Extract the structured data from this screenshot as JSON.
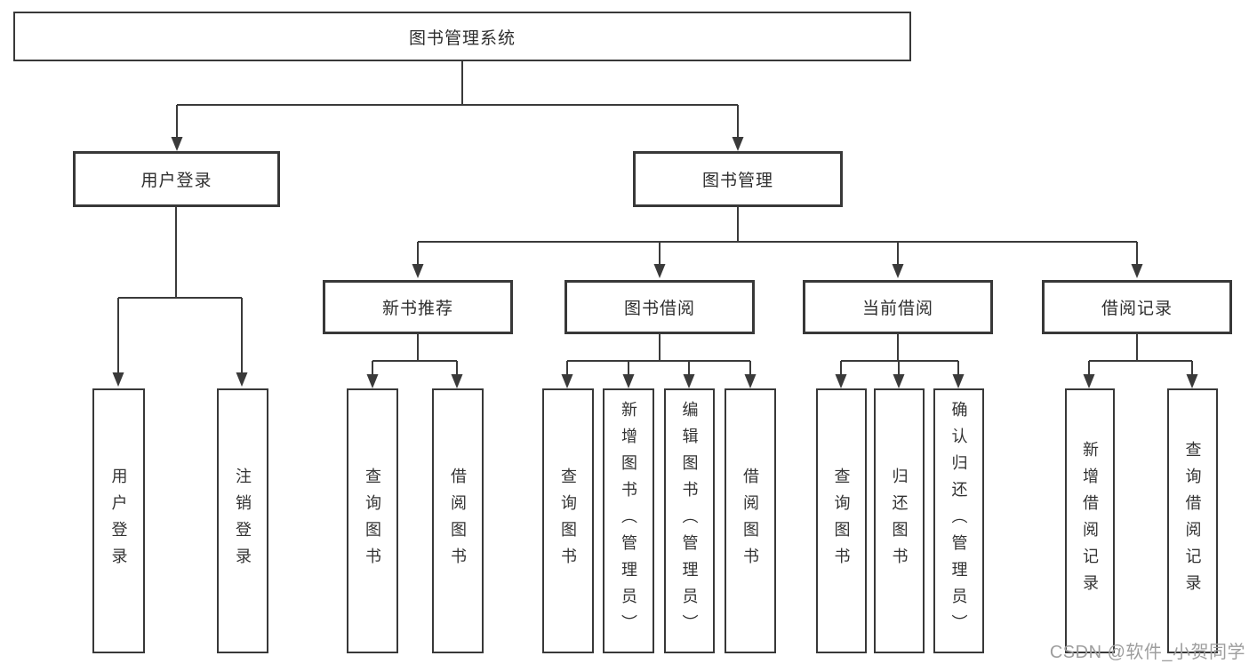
{
  "title": "图书管理系统",
  "level2": [
    {
      "label": "用户登录"
    },
    {
      "label": "图书管理"
    }
  ],
  "level3": [
    {
      "label": "新书推荐"
    },
    {
      "label": "图书借阅"
    },
    {
      "label": "当前借阅"
    },
    {
      "label": "借阅记录"
    }
  ],
  "leaves": [
    {
      "label": "用户登录"
    },
    {
      "label": "注销登录"
    },
    {
      "label": "查询图书"
    },
    {
      "label": "借阅图书"
    },
    {
      "label": "查询图书"
    },
    {
      "label": "新增图书（管理员）"
    },
    {
      "label": "编辑图书（管理员）"
    },
    {
      "label": "借阅图书"
    },
    {
      "label": "查询图书"
    },
    {
      "label": "归还图书"
    },
    {
      "label": "确认归还（管理员）"
    },
    {
      "label": "新增借阅记录"
    },
    {
      "label": "查询借阅记录"
    }
  ],
  "watermark": "CSDN @软件_小贺同学",
  "colors": {
    "line": "#3a3a3a",
    "border": "#383838",
    "text": "#2e2e2e",
    "watermark": "#9e9e9e",
    "background": "#ffffff"
  }
}
